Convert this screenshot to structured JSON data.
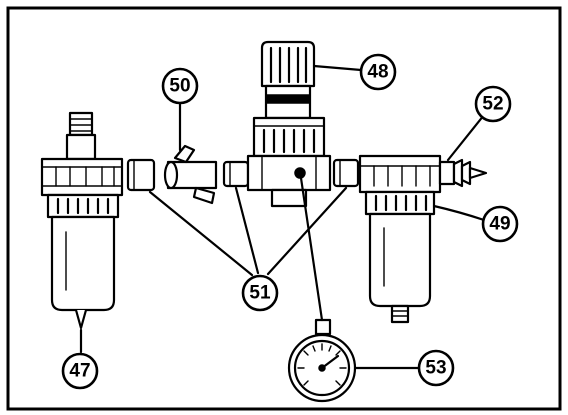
{
  "callouts": {
    "lubricator": "47",
    "regulator": "48",
    "filter": "49",
    "valve": "50",
    "couplings": "51",
    "fitting": "52",
    "gauge": "53"
  }
}
